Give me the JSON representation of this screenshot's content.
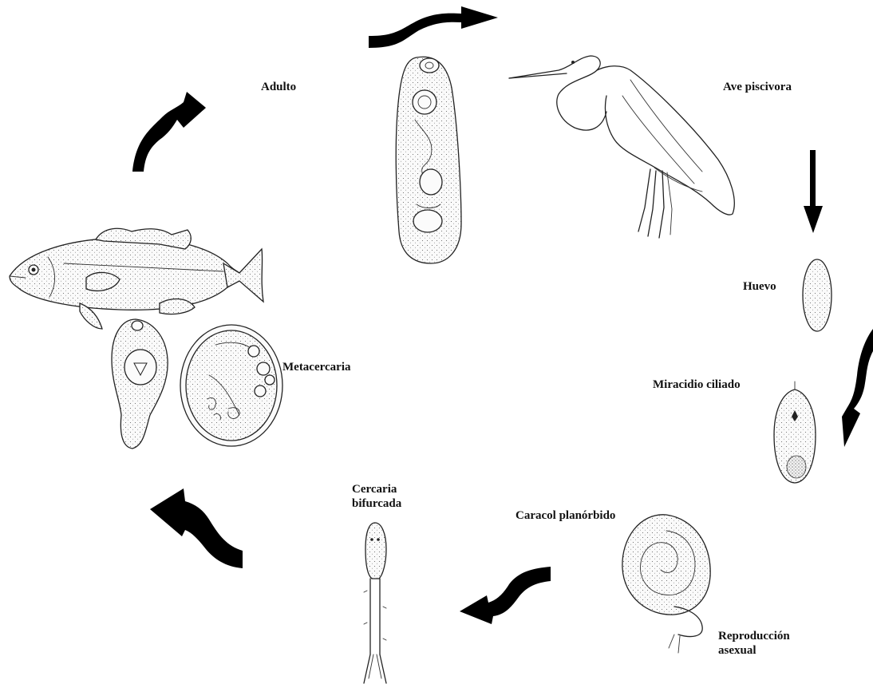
{
  "labels": {
    "adult": "Adulto",
    "bird": "Ave piscivora",
    "egg": "Huevo",
    "miracidium": "Miracidio ciliado",
    "snail": "Caracol planórbido",
    "asexual_line1": "Reproducción",
    "asexual_line2": "asexual",
    "cercaria_line1": "Cercaria",
    "cercaria_line2": "bifurcada",
    "metacercaria": "Metacercaria"
  }
}
